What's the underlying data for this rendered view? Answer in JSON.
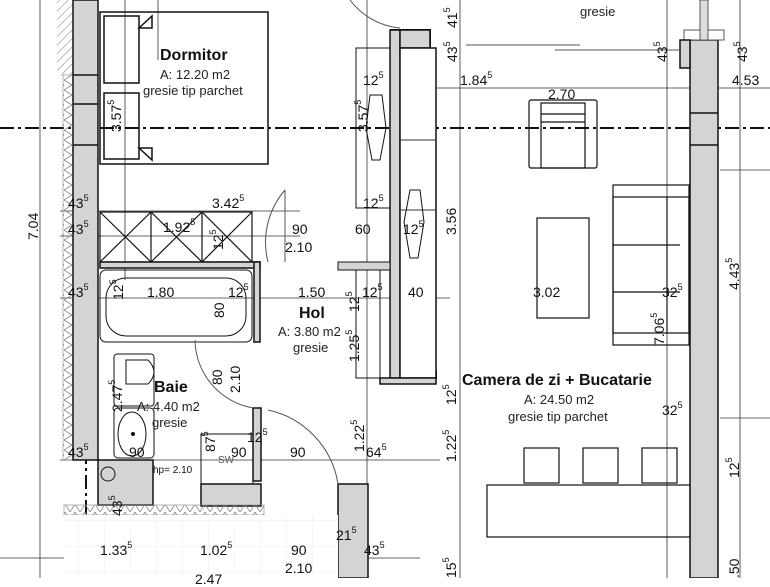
{
  "plan": {
    "rooms": [
      {
        "id": "dormitor",
        "name": "Dormitor",
        "area": "A: 12.20 m2",
        "finish": "gresie tip parchet"
      },
      {
        "id": "hol",
        "name": "Hol",
        "area": "A: 3.80 m2",
        "finish": "gresie"
      },
      {
        "id": "baie",
        "name": "Baie",
        "area": "A: 4.40 m2",
        "finish": "gresie"
      },
      {
        "id": "camera",
        "name": "Camera de zi + Bucatarie",
        "area": "A: 24.50 m2",
        "finish": "gresie tip parchet"
      },
      {
        "id": "top-room",
        "finish": "gresie"
      }
    ],
    "dimensions": {
      "d_7_04": "7.04",
      "d_3_42": "3.42",
      "d_3_42_sup": "5",
      "d_1_92": "1.92",
      "d_1_92_sup": "5",
      "d_1_80": "1.80",
      "d_1_50": "1.50",
      "d_90_a": "90",
      "d_2_10_a": "2.10",
      "d_60": "60",
      "d_40": "40",
      "d_3_56": "3.56",
      "d_3_02": "3.02",
      "d_2_70": "2.70",
      "d_1_84": "1.84",
      "d_1_84_sup": "5",
      "d_4_53": "4.53",
      "d_4_43": "4.43",
      "d_4_43_sup": "5",
      "d_7_06": "7.06",
      "d_7_06_sup": "5",
      "d_32_a": "32",
      "d_32_b": "32",
      "sup5": "5",
      "d_43": "43",
      "d_41": "41",
      "d_12": "12",
      "d_3_57": "3.57",
      "d_2_47": "2.47",
      "d_80_a": "80",
      "d_80_b": "80",
      "d_2_10_b": "2.10",
      "d_1_25": "1.25",
      "d_1_22_a": "1.22",
      "d_1_22_b": "1.22",
      "d_64": "64",
      "d_87": "87",
      "d_90_b": "90",
      "d_90_c": "90",
      "d_90_d": "90",
      "d_90_e": "90",
      "d_sw": "SW",
      "d_hp": "hp= 2.10",
      "d_1_33": "1.33",
      "d_1_02": "1.02",
      "d_2_10_c": "2.10",
      "d_21": "21",
      "d_2_47_b": "2.47",
      "d_15": "15",
      "d_1_50_b": ".50"
    }
  }
}
